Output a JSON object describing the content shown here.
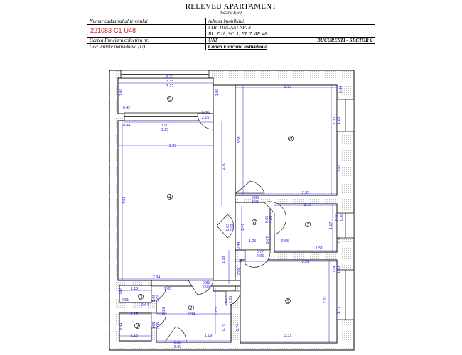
{
  "header": {
    "title": "RELEVEU APARTAMENT",
    "scale": "Scara 1:50"
  },
  "info": {
    "cadastral_label": "Numar cadastral al terenului",
    "cadastral_value": "221083-C1-U48",
    "carte_colectiva_label": "Cartea Funciara colectiva nr.",
    "cod_label": "Cod unitate individuala (U)",
    "adresa_label": "Adresa imobilului",
    "adresa_line1": "STR. TINCANI NR. 8",
    "adresa_line2": "BL. Z 18, SC. 1, ET. 7, AP. 48",
    "uat_label": "UAT",
    "uat_value": "BUCURESTI - SECTOR 6",
    "cf_individuala": "Cartea Funciara individuala"
  },
  "rooms": [
    "8",
    "9",
    "4",
    "5",
    "6",
    "7",
    "3",
    "2",
    "1"
  ],
  "dimensions": {
    "d_322a": "3.22",
    "d_335": "3.35",
    "d_322b": "3.22",
    "d_109a": "1.09",
    "d_109b": "1.09",
    "d_042": "0.42",
    "d_075": "0.75",
    "d_215a": "2.15",
    "d_044": "0.44",
    "d_190": "1.90",
    "d_125": "1.25",
    "d_333a": "3.33",
    "d_491": "4.91",
    "d_270": "2.70",
    "d_234": "2.34",
    "d_333b": "3.33",
    "d_040": "0.40",
    "d_130": "1.30",
    "d_120a": "1.20",
    "d_351": "3.51",
    "d_181": "1.81",
    "d_232": "2.32",
    "d_085a": "0.85",
    "d_205a": "2.05",
    "d_216": "2.16",
    "d_058": "0.58",
    "d_038": "0.38",
    "d_065a": "0.65",
    "d_205b": "2.05",
    "d_157": "1.57",
    "d_085b": "0.85",
    "d_205c": "2.05",
    "d_149": "1.49",
    "d_105a": "1.05",
    "d_067": "0.67",
    "d_065b": "0.65",
    "d_151": "1.51",
    "d_083": "0.83",
    "d_044b": "0.44",
    "d_077a": "0.77",
    "d_205d": "2.05",
    "d_226": "2.26",
    "d_074": "0.74",
    "d_120b": "1.20",
    "d_138": "1.38",
    "d_030": "0.30",
    "d_096": "0.96",
    "d_115a": "1.15",
    "d_105b": "1.05",
    "d_085c": "0.85",
    "d_205e": "2.05",
    "d_047": "0.47",
    "d_051": "0.51",
    "d_064": "0.64",
    "d_068a": "0.68",
    "d_205f": "2.05",
    "d_077b": "0.77",
    "d_205g": "2.05",
    "d_251": "2.51",
    "d_177": "1.77",
    "d_113": "1.13",
    "d_029": "0.29",
    "d_204": "2.04",
    "d_165": "1.65",
    "d_084": "0.84",
    "d_068b": "0.68",
    "d_205h": "2.05",
    "d_115b": "1.15",
    "d_119": "1.19",
    "d_078": "0.78",
    "d_074b": "0.74",
    "d_331": "3.31",
    "d_085d": "0.85",
    "d_205i": "2.05"
  }
}
